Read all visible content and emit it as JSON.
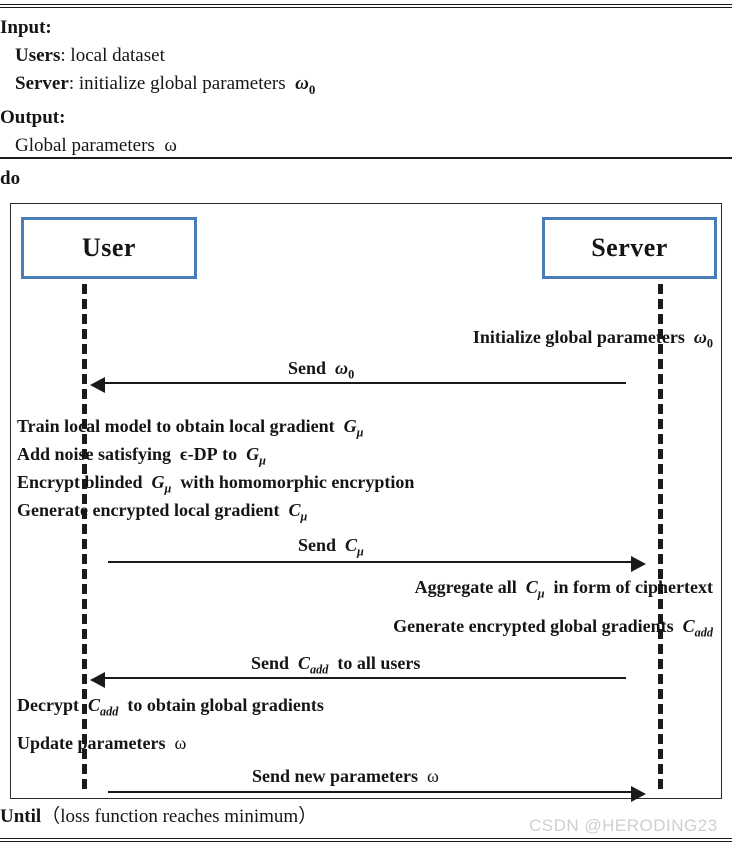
{
  "header": {
    "input_label": "Input:",
    "users_label": "Users",
    "users_text": ": local dataset",
    "server_label": "Server",
    "server_text": ": initialize global parameters",
    "server_symbol": "ω",
    "server_symbol_sub": "0",
    "output_label": "Output:",
    "output_text": "Global parameters",
    "output_symbol": "ω"
  },
  "loop": {
    "do_label": "do",
    "until_keyword": "Until",
    "until_condition": "（loss function reaches minimum）"
  },
  "diagram": {
    "actors": [
      {
        "name": "User",
        "side": "left"
      },
      {
        "name": "Server",
        "side": "right"
      }
    ],
    "accent_color": "#4a7ebb",
    "line_color": "#1a1a1a",
    "steps": [
      {
        "id": "server-init",
        "kind": "note",
        "actor": "server",
        "text": "Initialize global parameters",
        "symbol": "ω",
        "symbol_sub": "0"
      },
      {
        "id": "send-omega0",
        "kind": "message",
        "direction": "server-to-user",
        "label": "Send",
        "symbol": "ω",
        "symbol_sub": "0"
      },
      {
        "id": "train-local",
        "kind": "note",
        "actor": "user",
        "text": "Train local model to obtain local gradient",
        "symbol": "G",
        "symbol_sub": "μ"
      },
      {
        "id": "add-noise",
        "kind": "note",
        "actor": "user",
        "text_before": "Add noise satisfying",
        "epsilon": "ϵ-DP",
        "text_after": "to",
        "symbol": "G",
        "symbol_sub": "μ"
      },
      {
        "id": "encrypt-blinded",
        "kind": "note",
        "actor": "user",
        "text_before": "Encrypt blinded",
        "symbol": "G",
        "symbol_sub": "μ",
        "text_after": "with homomorphic encryption"
      },
      {
        "id": "generate-encrypted-local",
        "kind": "note",
        "actor": "user",
        "text": "Generate encrypted local gradient",
        "symbol": "C",
        "symbol_sub": "μ"
      },
      {
        "id": "send-cmu",
        "kind": "message",
        "direction": "user-to-server",
        "label": "Send",
        "symbol": "C",
        "symbol_sub": "μ"
      },
      {
        "id": "aggregate",
        "kind": "note",
        "actor": "server",
        "text_before": "Aggregate all",
        "symbol": "C",
        "symbol_sub": "μ",
        "text_after": "in form of ciphertext"
      },
      {
        "id": "generate-global",
        "kind": "note",
        "actor": "server",
        "text": "Generate encrypted global gradients",
        "symbol": "C",
        "symbol_sub": "add"
      },
      {
        "id": "send-cadd",
        "kind": "message",
        "direction": "server-to-user",
        "label": "Send",
        "symbol": "C",
        "symbol_sub": "add",
        "label_after": "to all users"
      },
      {
        "id": "decrypt",
        "kind": "note",
        "actor": "user",
        "text_before": "Decrypt",
        "symbol": "C",
        "symbol_sub": "add",
        "text_after": "to obtain global gradients"
      },
      {
        "id": "update-params",
        "kind": "note",
        "actor": "user",
        "text": "Update parameters",
        "symbol": "ω"
      },
      {
        "id": "send-new-params",
        "kind": "message",
        "direction": "user-to-server",
        "label": "Send new parameters",
        "symbol": "ω"
      }
    ]
  },
  "watermark": {
    "text": "CSDN @HERODING23"
  }
}
